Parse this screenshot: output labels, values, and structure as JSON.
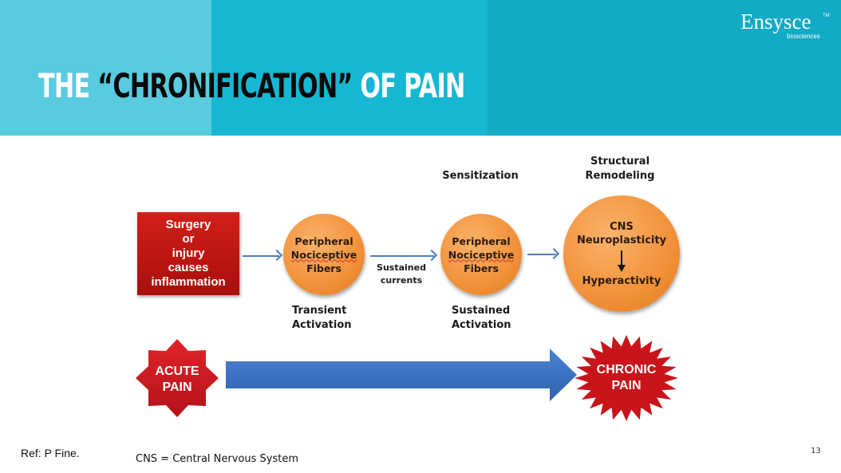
{
  "header": {
    "title_part1": "THE ",
    "title_part2": "“CHRONIFICATION”",
    "title_part3": " OF PAIN",
    "colors": {
      "panel_left": "#58cbdf",
      "panel_mid": "#16b7d3",
      "panel_right": "#12aac4"
    }
  },
  "logo": {
    "name": "Ensysce",
    "trademark": "TM",
    "subtitle": "biosciences"
  },
  "diagram": {
    "cause_box": {
      "lines": [
        "Surgery",
        "or",
        "injury",
        "causes",
        "inflammation"
      ],
      "color": "#c0171a"
    },
    "stage1": {
      "circle_lines": [
        "Peripheral",
        "Nociceptive",
        "Fibers"
      ],
      "below_lines": [
        "Transient",
        "Activation"
      ]
    },
    "connector_label": [
      "Sustained",
      "currents"
    ],
    "stage2": {
      "above": "Sensitization",
      "circle_lines": [
        "Peripheral",
        "Nociceptive",
        "Fibers"
      ],
      "below_lines": [
        "Sustained",
        "Activation"
      ]
    },
    "stage3": {
      "above_lines": [
        "Structural",
        "Remodeling"
      ],
      "top_lines": [
        "CNS",
        "Neuroplasticity"
      ],
      "bottom": "Hyperactivity"
    },
    "acute": {
      "lines": [
        "ACUTE",
        "PAIN"
      ]
    },
    "chronic": {
      "lines": [
        "CHRONIC",
        "PAIN"
      ]
    },
    "colors": {
      "circle": "#f29139",
      "arrow": "#3a6fbf",
      "burst": "#c8141a"
    }
  },
  "footer": {
    "ref": "Ref: P Fine.",
    "abbrev": "CNS = Central Nervous System",
    "page_number": "13"
  }
}
